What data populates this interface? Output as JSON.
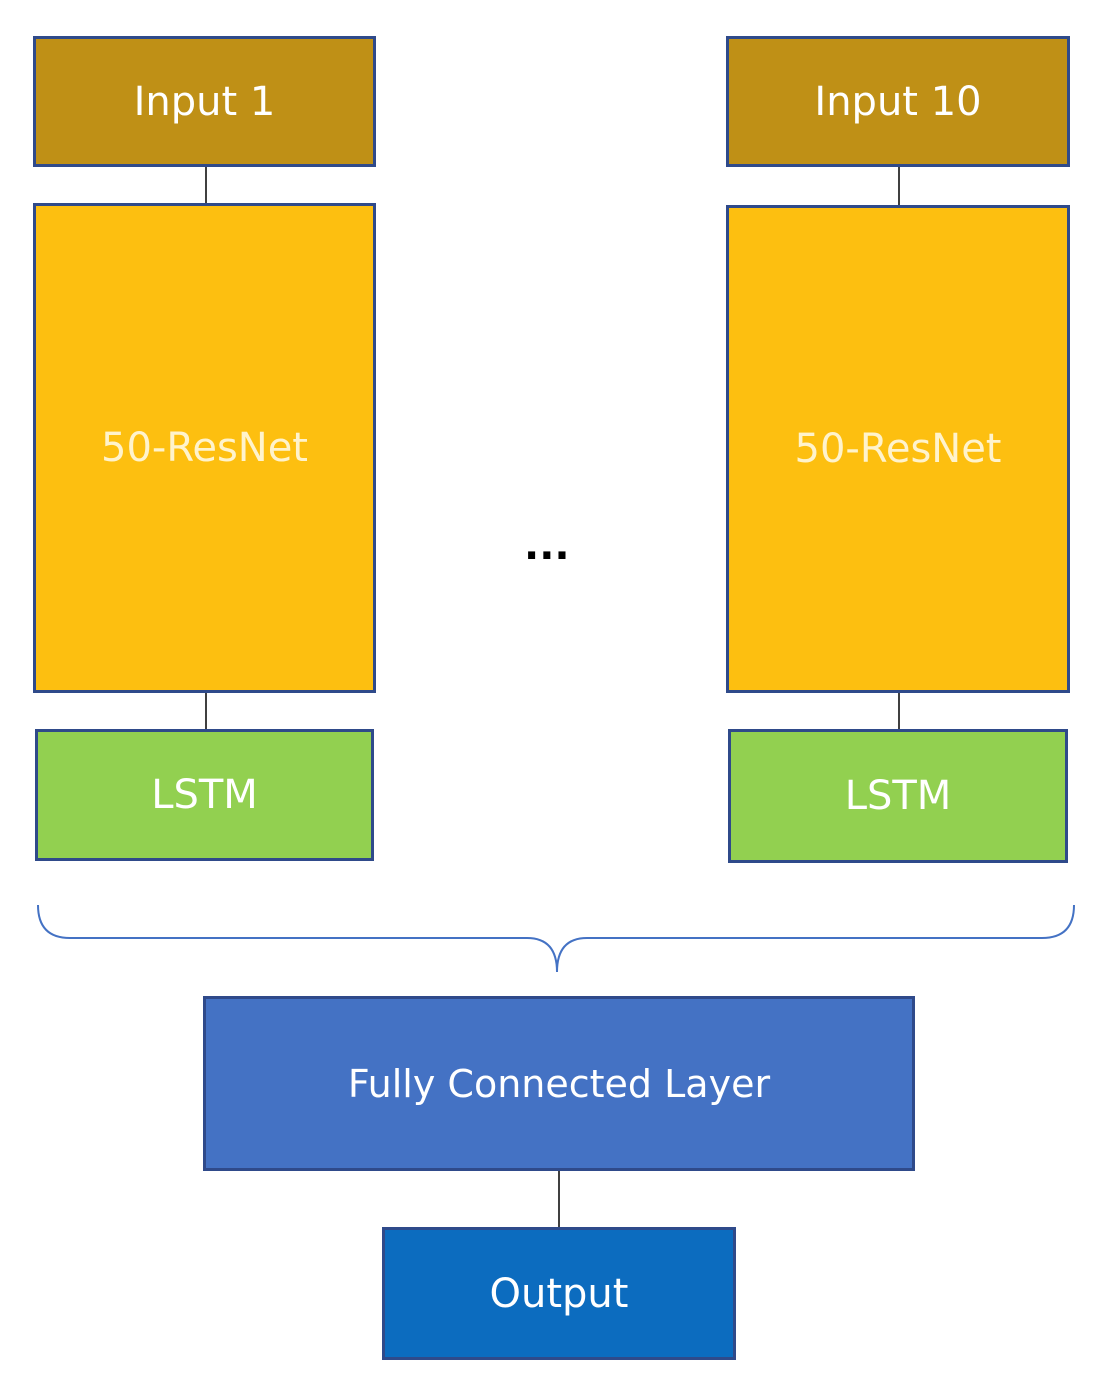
{
  "columns": [
    {
      "input_label": "Input 1",
      "backbone_label": "50-ResNet",
      "recurrent_label": "LSTM"
    },
    {
      "input_label": "Input 10",
      "backbone_label": "50-ResNet",
      "recurrent_label": "LSTM"
    }
  ],
  "ellipsis": "...",
  "fusion": {
    "label": "Fully Connected Layer"
  },
  "output": {
    "label": "Output"
  },
  "colors": {
    "input": "#bf9016",
    "backbone": "#fdbf10",
    "recurrent": "#92d050",
    "fusion": "#4472c4",
    "output": "#0c6cbf",
    "border": "#2f4a8a",
    "connector": "#404040",
    "brace": "#4472c4"
  }
}
